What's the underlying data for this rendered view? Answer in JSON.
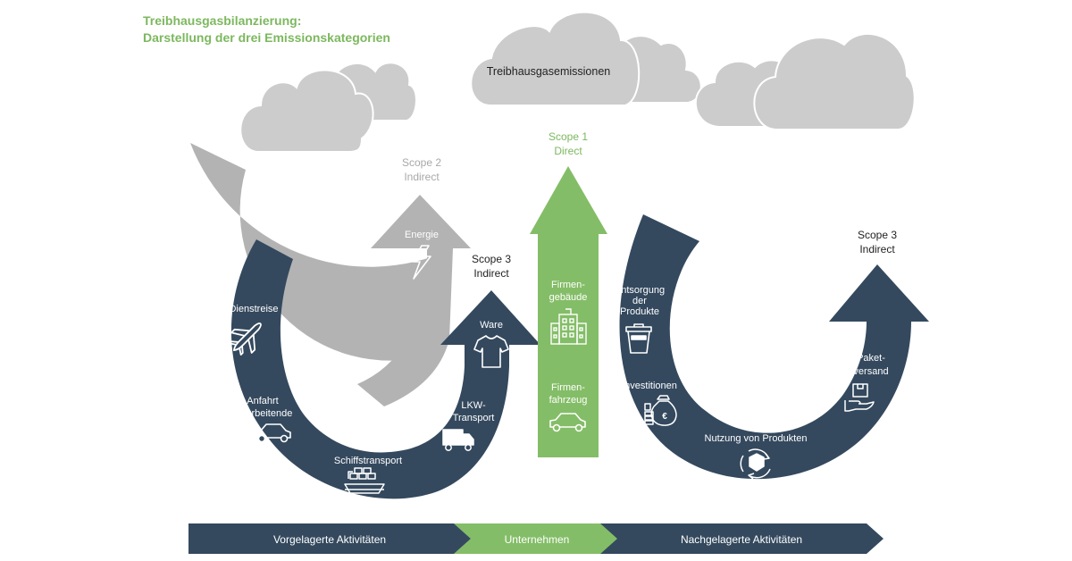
{
  "title": {
    "line1": "Treibhausgasbilanzierung:",
    "line2": "Darstellung der drei Emissionskategorien"
  },
  "cloud_label": "Treibhausgasemissionen",
  "scopes": {
    "scope2": {
      "name": "Scope 2",
      "type": "Indirect"
    },
    "scope1": {
      "name": "Scope 1",
      "type": "Direct"
    },
    "scope3_up": {
      "name": "Scope 3",
      "type": "Indirect"
    },
    "scope3_down": {
      "name": "Scope 3",
      "type": "Indirect"
    }
  },
  "items": {
    "energie": "Energie",
    "dienstreise": "Dienstreise",
    "anfahrt_1": "Anfahrt",
    "anfahrt_2": "Mitarbeitende",
    "schiff": "Schiffstransport",
    "lkw_1": "LKW-",
    "lkw_2": "Transport",
    "ware": "Ware",
    "gebaeude_1": "Firmen-",
    "gebaeude_2": "gebäude",
    "fahrzeug_1": "Firmen-",
    "fahrzeug_2": "fahrzeug",
    "entsorgung_1": "Entsorgung",
    "entsorgung_2": "der",
    "entsorgung_3": "Produkte",
    "invest": "Investitionen",
    "nutzung": "Nutzung von Produkten",
    "paket_1": "Paket-",
    "paket_2": "versand"
  },
  "bottom_bar": {
    "left": "Vorgelagerte Aktivitäten",
    "middle": "Unternehmen",
    "right": "Nachgelagerte Aktivitäten"
  },
  "colors": {
    "navy": "#34495e",
    "green": "#84bd67",
    "gray": "#b3b3b3",
    "cloud": "#cccccc",
    "title_green": "#7cb85e"
  },
  "icons": [
    "lightning-icon",
    "airplane-icon",
    "car-icon",
    "ship-icon",
    "truck-icon",
    "tshirt-icon",
    "building-icon",
    "trash-bin-icon",
    "money-bag-icon",
    "box-cycle-icon",
    "hand-box-icon"
  ]
}
